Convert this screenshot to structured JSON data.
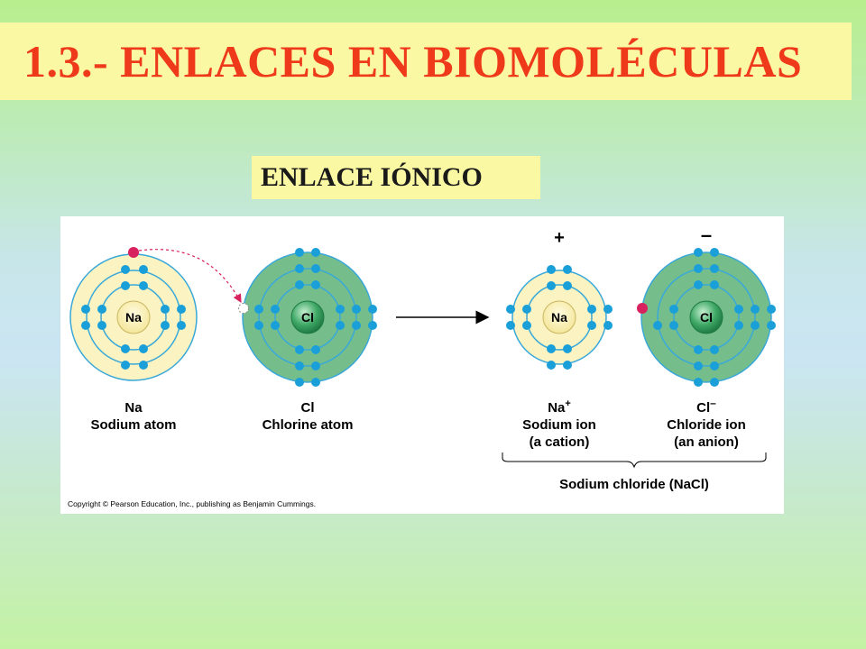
{
  "slide": {
    "title": "1.3.- ENLACES EN BIOMOLÉCULAS",
    "subtitle": "ENLACE IÓNICO"
  },
  "figure": {
    "atoms": [
      {
        "nucleus": "Na",
        "symbol": "Na",
        "name": "Sodium atom"
      },
      {
        "nucleus": "Cl",
        "symbol": "Cl",
        "name": "Chlorine atom"
      }
    ],
    "ions": [
      {
        "nucleus": "Na",
        "symbol": "Na",
        "sup": "+",
        "name": "Sodium ion",
        "kind": "(a cation)",
        "charge": "+"
      },
      {
        "nucleus": "Cl",
        "symbol": "Cl",
        "sup": "–",
        "name": "Chloride ion",
        "kind": "(an anion)",
        "charge": "–"
      }
    ],
    "compound_label": "Sodium chloride (NaCl)",
    "copyright": "Copyright © Pearson Education, Inc., publishing as Benjamin Cummings."
  },
  "colors": {
    "title": "#ee3a1b",
    "sodium_shell": "#fbf3c2",
    "chlorine_shell": "#75be8c",
    "electron": "#1a9fd9",
    "transferred_electron": "#d8225f",
    "orbit": "#3aa8d8"
  }
}
